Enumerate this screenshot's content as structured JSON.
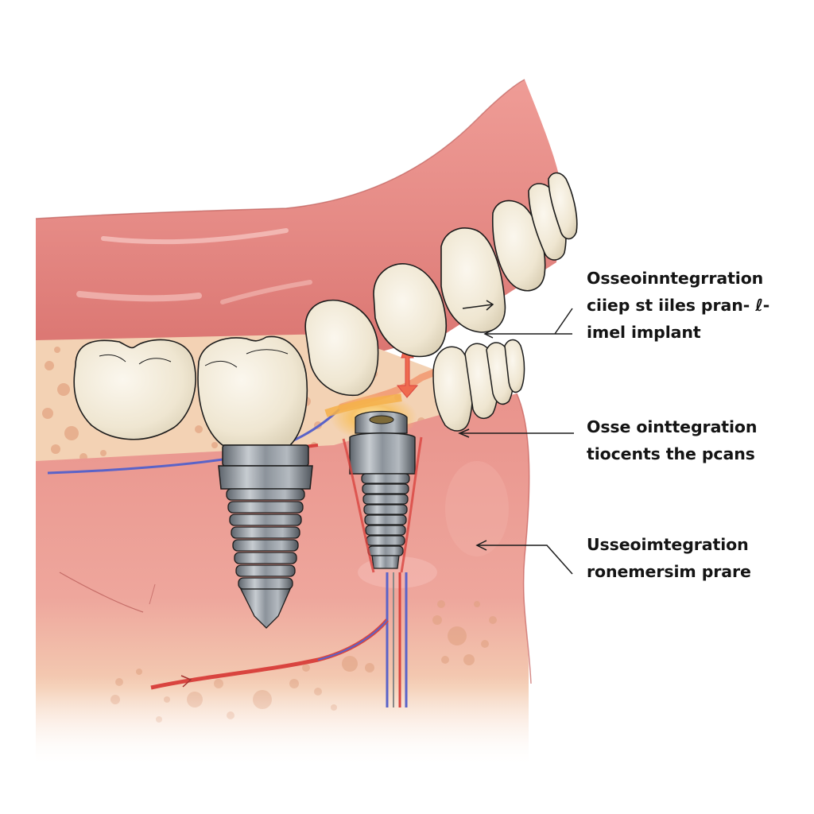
{
  "figure": {
    "subject": "Dental implant osseointegration cross-section illustration",
    "colors": {
      "gum": "#e58a85",
      "gum_light": "#f1b2aa",
      "gum_dark": "#c9615d",
      "bone": "#f3d2b4",
      "bone_spot": "#e3a583",
      "tooth": "#f2ead7",
      "tooth_shadow": "#d9cfb6",
      "implant_metal": "#8f969e",
      "implant_dark": "#5a6068",
      "vein_blue": "#5a63c8",
      "artery_red": "#d9443f",
      "highlight_orange": "#f5b04a",
      "outline": "#1c1c1c",
      "label_text": "#141414"
    }
  },
  "labels": [
    {
      "id": "label-top",
      "lines": [
        "Osseoinntegrration",
        "ciiep st iiles pran- ℓ-",
        "imel implant"
      ]
    },
    {
      "id": "label-middle",
      "lines": [
        "Osse ointtegration",
        "tiocents the pcans"
      ]
    },
    {
      "id": "label-bottom",
      "lines": [
        "Usseoimtegration",
        "ronemersim prare"
      ]
    }
  ]
}
